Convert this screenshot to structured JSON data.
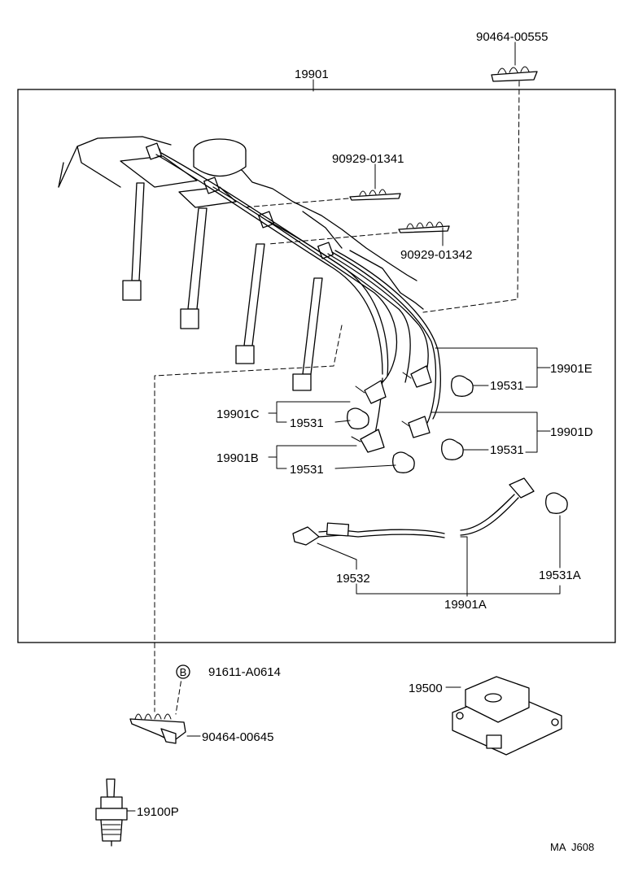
{
  "parts": {
    "hose_clamp_top": "90464-00555",
    "cord_set": "19901",
    "clamp_1": "90929-01341",
    "clamp_2": "90929-01342",
    "cord_e": "19901E",
    "cord_d": "19901D",
    "cord_c": "19901C",
    "cord_b": "19901B",
    "cord_a": "19901A",
    "boot": "19531",
    "boot_a": "19531A",
    "cap": "19532",
    "bolt": "91611-A0614",
    "clamp_bottom": "90464-00645",
    "spark_plug": "19100P",
    "coil": "19500"
  },
  "bolt_symbol": "B",
  "diagram_code": "MA  J608"
}
